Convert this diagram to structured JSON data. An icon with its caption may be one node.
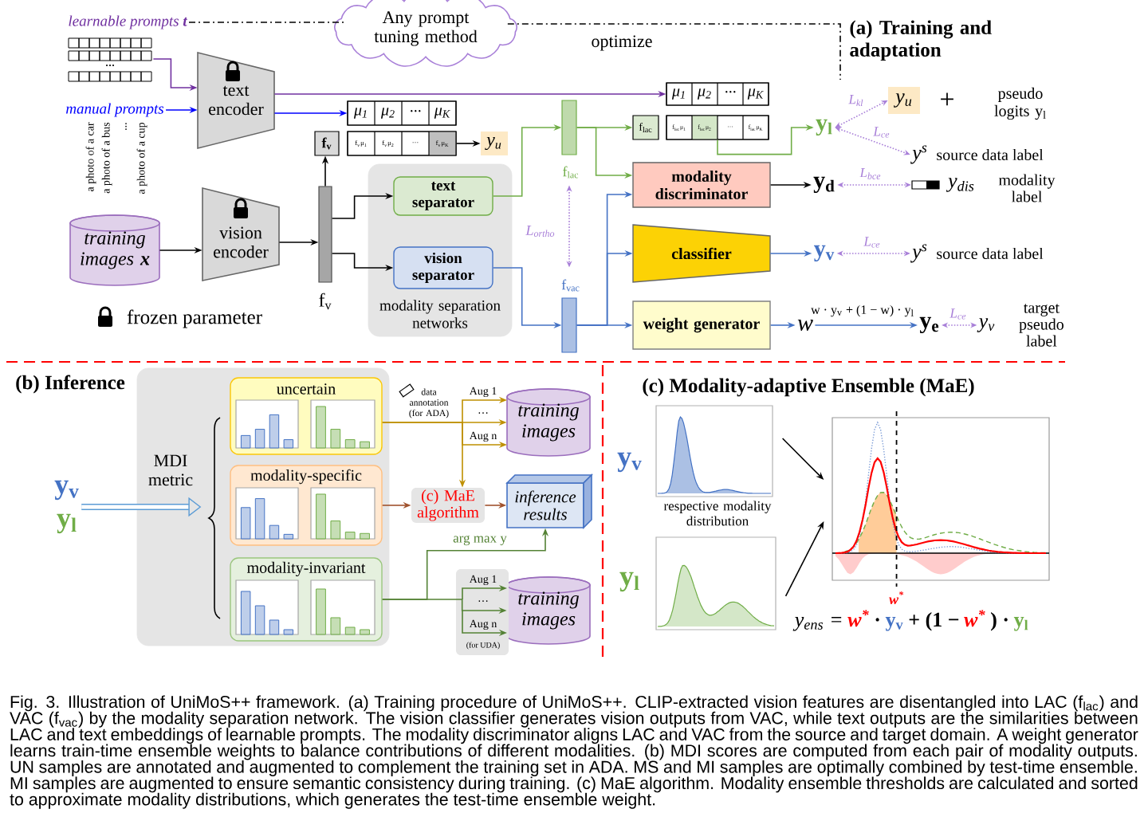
{
  "diagram": {
    "caption": "Fig. 3. Illustration of UniMoS++ framework. (a) Training procedure of UniMoS++. CLIP-extracted vision features are disentangled into LAC (f$_{lac}$) and VAC (f$_{vac}$) by the modality separation network. The vision classifier generates vision outputs from VAC, while text outputs are the similarities between LAC and text embeddings of learnable prompts. The modality discriminator aligns LAC and VAC from the source and target domain. A weight generator learns train-time ensemble weights to balance contributions of different modalities. (b) MDI scores are computed from each pair of modality outputs. UN samples are annotated and augmented to complement the training set in ADA. MS and MI samples are optimally combined by test-time ensemble. MI samples are augmented to ensure semantic consistency during training. (c) MaE algorithm. Modality ensemble thresholds are calculated and sorted to approximate modality distributions, which generates the test-time ensemble weight.",
    "nodes": [
      {
        "text": [
          "learnable prompts **t**"
        ]
      },
      {
        "text": [
          "manual prompts",
          "a photo of a car",
          "a photo of a bus",
          "...",
          "a photo of a cup"
        ]
      },
      {
        "text": [
          "text encoder"
        ]
      },
      {
        "text": [
          "Any prompt tuning method"
        ]
      },
      {
        "text": [
          "μ$_{1}$",
          "μ$_{2}$",
          "···",
          "μ$_{K}$"
        ]
      },
      {
        "text": [
          "f$_{v}$μ$_{1}$",
          "f$_{v}$μ$_{2}$",
          "···",
          "f$_{v}$μ$_{K}$"
        ]
      },
      {
        "text": [
          "y$_{u}$"
        ]
      },
      {
        "text": [
          "f$_{v}$"
        ]
      },
      {
        "text": [],
        "shape": "bar",
        "beside": [
          "f$_{v}$"
        ]
      },
      {
        "text": [
          "training images **x**"
        ]
      },
      {
        "text": [
          "vision encoder"
        ]
      },
      {
        "text": [
          "modality separation networks"
        ]
      },
      {
        "text": [
          "text separator"
        ],
        "in": 11
      },
      {
        "text": [
          "vision separator"
        ],
        "in": 11
      },
      {
        "text": [],
        "shape": "bar",
        "beside": [
          "f$_{lac}$"
        ]
      },
      {
        "text": [],
        "shape": "bar",
        "beside": [
          "f$_{vac}$"
        ]
      },
      {
        "text": [
          "f$_{lac}$"
        ]
      },
      {
        "text": [
          "f$_{lac}$μ$_{1}$",
          "f$_{lac}$μ$_{2}$",
          "···",
          "f$_{lac}$μ$_{K}$"
        ]
      },
      {
        "text": [
          "μ$_{1}$",
          "μ$_{2}$",
          "···",
          "μ$_{K}$"
        ]
      },
      {
        "text": [
          "modality discriminator"
        ]
      },
      {
        "text": [
          "classifier"
        ]
      },
      {
        "text": [
          "weight generator"
        ]
      },
      {
        "text": [
          "y$_{l}$"
        ]
      },
      {
        "text": [
          "y$_{u}$"
        ]
      },
      {
        "text": [
          "y$^{s}$"
        ],
        "beside": [
          "source data label"
        ]
      },
      {
        "text": [
          "y$_{d}$"
        ]
      },
      {
        "text": [
          "y$_{dis}$"
        ]
      },
      {
        "text": [
          "y$_{v}$"
        ]
      },
      {
        "text": [
          "y$^{s}$"
        ],
        "beside": [
          "source data label"
        ]
      },
      {
        "text": [
          "w"
        ]
      },
      {
        "text": [
          "y$_{e}$"
        ]
      },
      {
        "text": [
          "y$_{v}$"
        ],
        "beside": [
          "target pseudo label"
        ]
      },
      {
        "text": [],
        "shape": "box"
      },
      {
        "text": [
          "uncertain"
        ],
        "in": 32
      },
      {
        "text": [
          "modality-specific"
        ],
        "in": 32
      },
      {
        "text": [
          "modality-invariant"
        ],
        "in": 32
      },
      {
        "text": [
          "y$_{v}$",
          "y$_{l}$"
        ]
      },
      {
        "text": [
          "MDI metric"
        ],
        "in": 32
      },
      {
        "text": [
          "training images"
        ]
      },
      {
        "text": [
          "(c) MaE algorithm"
        ]
      },
      {
        "text": [
          "inference results"
        ]
      },
      {
        "text": [
          "training images"
        ]
      },
      {
        "text": [],
        "shape": "picture",
        "beside": [
          "y$_{v}$"
        ]
      },
      {
        "text": [],
        "shape": "picture",
        "beside": [
          "y$_{l}$"
        ]
      },
      {
        "text": [],
        "shape": "picture",
        "beside": [
          "w$^{*}$"
        ]
      }
    ],
    "edges": [
      {
        "from": 0,
        "to": 2,
        "arrow": "to",
        "color": "#7030a0"
      },
      {
        "from": 1,
        "to": 2,
        "arrow": "to",
        "color": "#0000ff"
      },
      {
        "from": 0,
        "to": 3,
        "arrow": "none",
        "style": "dashed"
      },
      {
        "from": 3,
        "to": null,
        "arrow": "none",
        "style": "dashed",
        "label": "optimize"
      },
      {
        "from": 2,
        "to": 18,
        "arrow": "to",
        "color": "#7030a0"
      },
      {
        "from": 2,
        "to": 4,
        "arrow": "to",
        "color": "#0000ff"
      },
      {
        "from": 5,
        "to": 6,
        "arrow": "to"
      },
      {
        "from": 10,
        "to": 8,
        "arrow": "to"
      },
      {
        "from": 9,
        "to": 10,
        "arrow": "to"
      },
      {
        "from": 8,
        "to": 7,
        "arrow": "to"
      },
      {
        "from": 8,
        "to": 12,
        "arrow": "to"
      },
      {
        "from": 8,
        "to": 13,
        "arrow": "to"
      },
      {
        "from": 12,
        "to": 14,
        "arrow": "to",
        "color": "#70ad47"
      },
      {
        "from": 13,
        "to": 15,
        "arrow": "to",
        "color": "#4472c4"
      },
      {
        "from": 14,
        "to": 16,
        "arrow": "to",
        "color": "#70ad47"
      },
      {
        "from": 14,
        "to": 19,
        "arrow": "to",
        "color": "#70ad47"
      },
      {
        "from": 15,
        "to": 19,
        "arrow": "to",
        "color": "#4472c4"
      },
      {
        "from": 15,
        "to": 20,
        "arrow": "to",
        "color": "#4472c4"
      },
      {
        "from": 15,
        "to": 21,
        "arrow": "to",
        "color": "#4472c4"
      },
      {
        "from": 14,
        "to": 15,
        "arrow": "both",
        "style": "dashed",
        "color": "#a87fd8",
        "label": "L$_{ortho}$"
      },
      {
        "from": 17,
        "to": 22,
        "arrow": "to",
        "color": "#70ad47"
      },
      {
        "from": 19,
        "to": 25,
        "arrow": "to"
      },
      {
        "from": 20,
        "to": 27,
        "arrow": "to",
        "color": "#4472c4"
      },
      {
        "from": 21,
        "to": 29,
        "arrow": "to",
        "color": "#4472c4"
      },
      {
        "from": 29,
        "to": 30,
        "arrow": "to",
        "color": "#4472c4",
        "label": "w · y$_{v}$ + (1 − w) · y$_{l}$"
      },
      {
        "from": 22,
        "to": 23,
        "arrow": "both",
        "style": "dashed",
        "color": "#a87fd8",
        "label": "L$_{kl}$"
      },
      {
        "from": 22,
        "to": 24,
        "arrow": "both",
        "style": "dashed",
        "color": "#a87fd8",
        "label": "L$_{ce}$"
      },
      {
        "from": 25,
        "to": 26,
        "arrow": "both",
        "style": "dashed",
        "color": "#a87fd8",
        "label": "L$_{bce}$"
      },
      {
        "from": 27,
        "to": 28,
        "arrow": "both",
        "style": "dashed",
        "color": "#a87fd8",
        "label": "L$_{ce}$"
      },
      {
        "from": 30,
        "to": 31,
        "arrow": "both",
        "style": "dashed",
        "color": "#a87fd8",
        "label": "L$_{ce}$"
      },
      {
        "from": 33,
        "to": 38,
        "arrow": "to",
        "color": "#bf9000"
      },
      {
        "from": 33,
        "to": 39,
        "arrow": "to",
        "color": "#bf9000"
      },
      {
        "from": 34,
        "to": 39,
        "arrow": "to",
        "color": "#a0522d"
      },
      {
        "from": 39,
        "to": 40,
        "arrow": "to",
        "color": "#a0522d"
      },
      {
        "from": 35,
        "to": 40,
        "arrow": "to",
        "color": "#548235",
        "label": "arg max y"
      },
      {
        "from": 35,
        "to": 41,
        "arrow": "to",
        "color": "#548235"
      },
      {
        "from": 36,
        "to": 37,
        "arrow": "to",
        "style": "thick",
        "color": "#5b9bd5"
      },
      {
        "from": 42,
        "to": 44,
        "arrow": "to"
      },
      {
        "from": 43,
        "to": 44,
        "arrow": "to"
      }
    ],
    "labels": [
      "frozen parameter",
      "(a) Training and adaptation",
      "+",
      "pseudo logits y$_{l}$",
      "(b) Inference",
      "data annotation (for ADA)",
      "Aug 1",
      "···",
      "Aug n",
      "Aug 1",
      "···",
      "Aug n",
      "(for UDA)",
      "(c) Modality-adaptive Ensemble (MaE)",
      "respective modality distribution",
      "y$_{ens}$ =",
      "w$^{*}$",
      "·",
      "y$_{v}$",
      "+ (1 −",
      "w$^{*}$",
      ") ·",
      "y$_{l}$",
      "modality label"
    ]
  }
}
